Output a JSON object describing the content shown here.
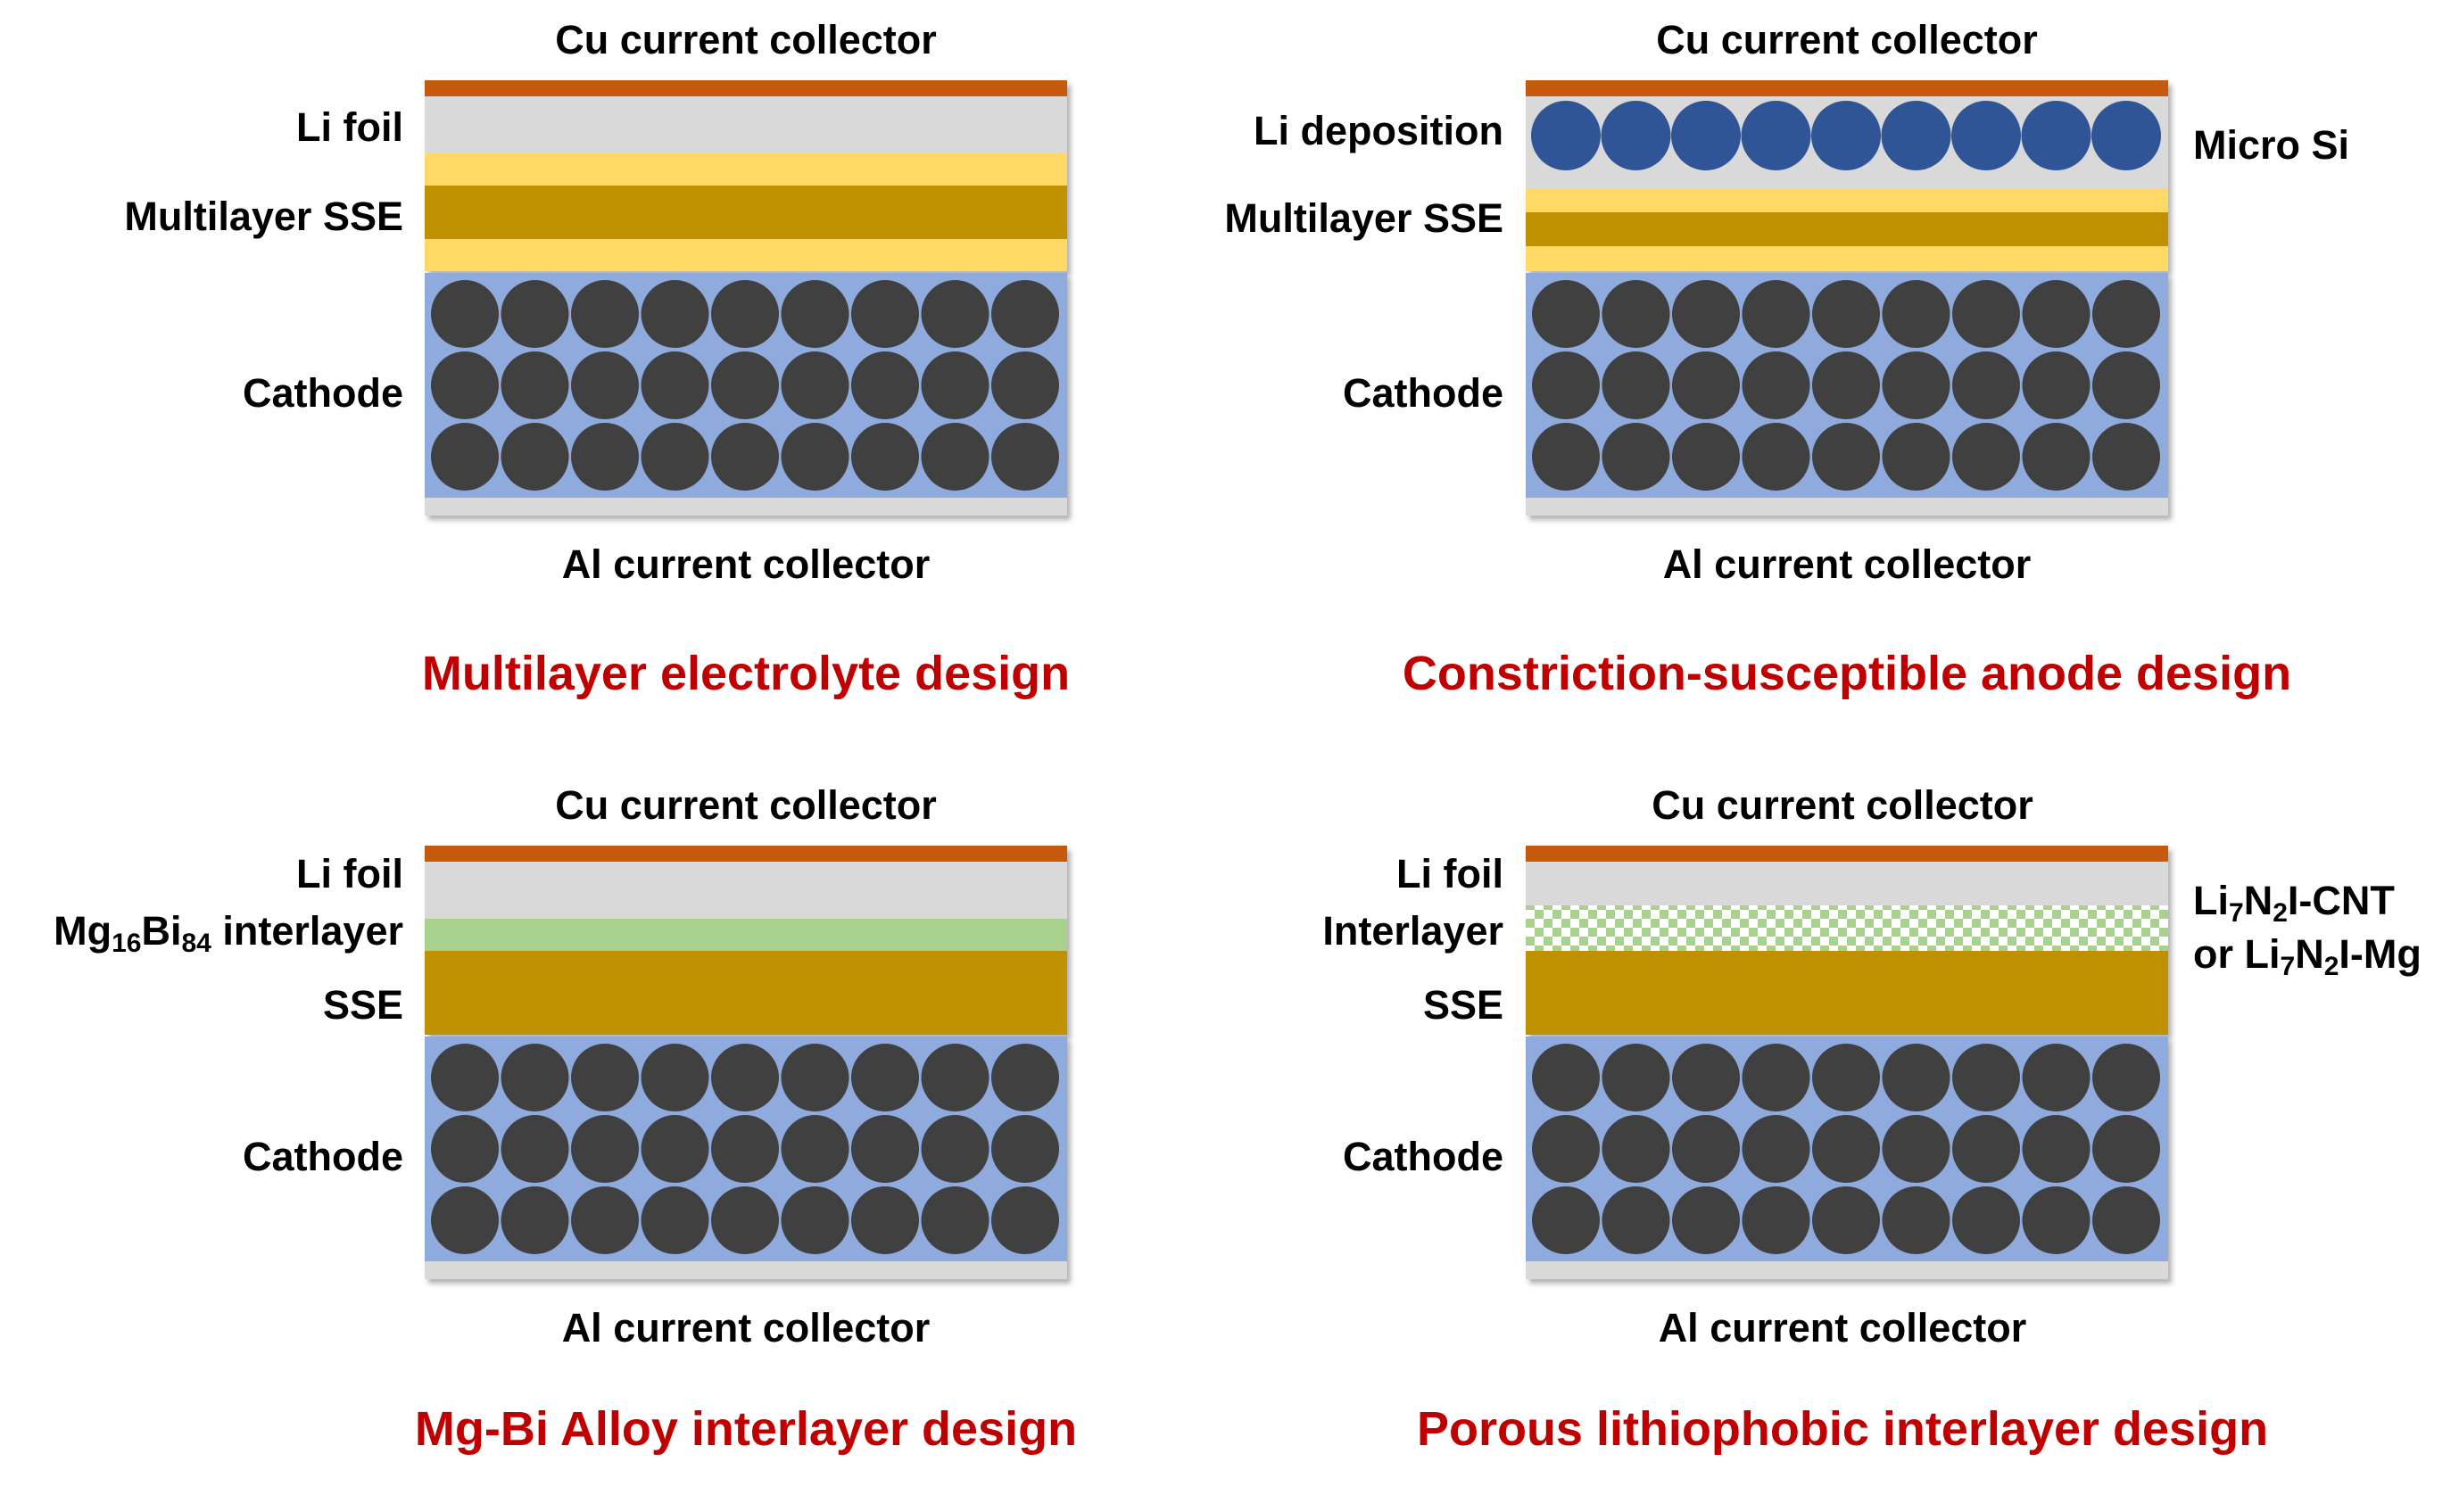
{
  "colors": {
    "cu": "#c55a11",
    "li": "#d9d9d9",
    "sse_light": "#ffd966",
    "sse_dark": "#bf9000",
    "cathode_bg": "#8faadc",
    "particle": "#404040",
    "micro_si": "#2f5597",
    "mgbi": "#a9d18e",
    "porous": "#a9d18e",
    "al": "#d9d9d9",
    "caption": "#c00000"
  },
  "panels": [
    {
      "caption": "Multilayer electrolyte design",
      "top_label": "Cu current collector",
      "bottom_label": "Al current collector",
      "left_labels": {
        "li_foil": "Li foil",
        "multilayer_sse": "Multilayer SSE",
        "cathode": "Cathode"
      }
    },
    {
      "caption": "Constriction-susceptible anode design",
      "top_label": "Cu current collector",
      "bottom_label": "Al current collector",
      "left_labels": {
        "li_deposition": "Li deposition",
        "multilayer_sse": "Multilayer SSE",
        "cathode": "Cathode"
      },
      "right_labels": {
        "micro_si": "Micro Si"
      }
    },
    {
      "caption": "Mg-Bi Alloy interlayer design",
      "top_label": "Cu current collector",
      "bottom_label": "Al current collector",
      "left_labels": {
        "li_foil": "Li foil",
        "interlayer": {
          "base1": "Mg",
          "sub1": "16",
          "base2": "Bi",
          "sub2": "84",
          "tail": " interlayer"
        },
        "sse": "SSE",
        "cathode": "Cathode"
      }
    },
    {
      "caption": "Porous lithiophobic interlayer design",
      "top_label": "Cu current collector",
      "bottom_label": "Al current collector",
      "left_labels": {
        "li_foil": "Li foil",
        "interlayer": "Interlayer",
        "sse": "SSE",
        "cathode": "Cathode"
      },
      "right_labels": {
        "line1": {
          "p1": "Li",
          "s1": "7",
          "p2": "N",
          "s2": "2",
          "p3": "I-CNT"
        },
        "line2": {
          "p1": "or Li",
          "s1": "7",
          "p2": "N",
          "s2": "2",
          "p3": "I-Mg"
        }
      }
    }
  ]
}
